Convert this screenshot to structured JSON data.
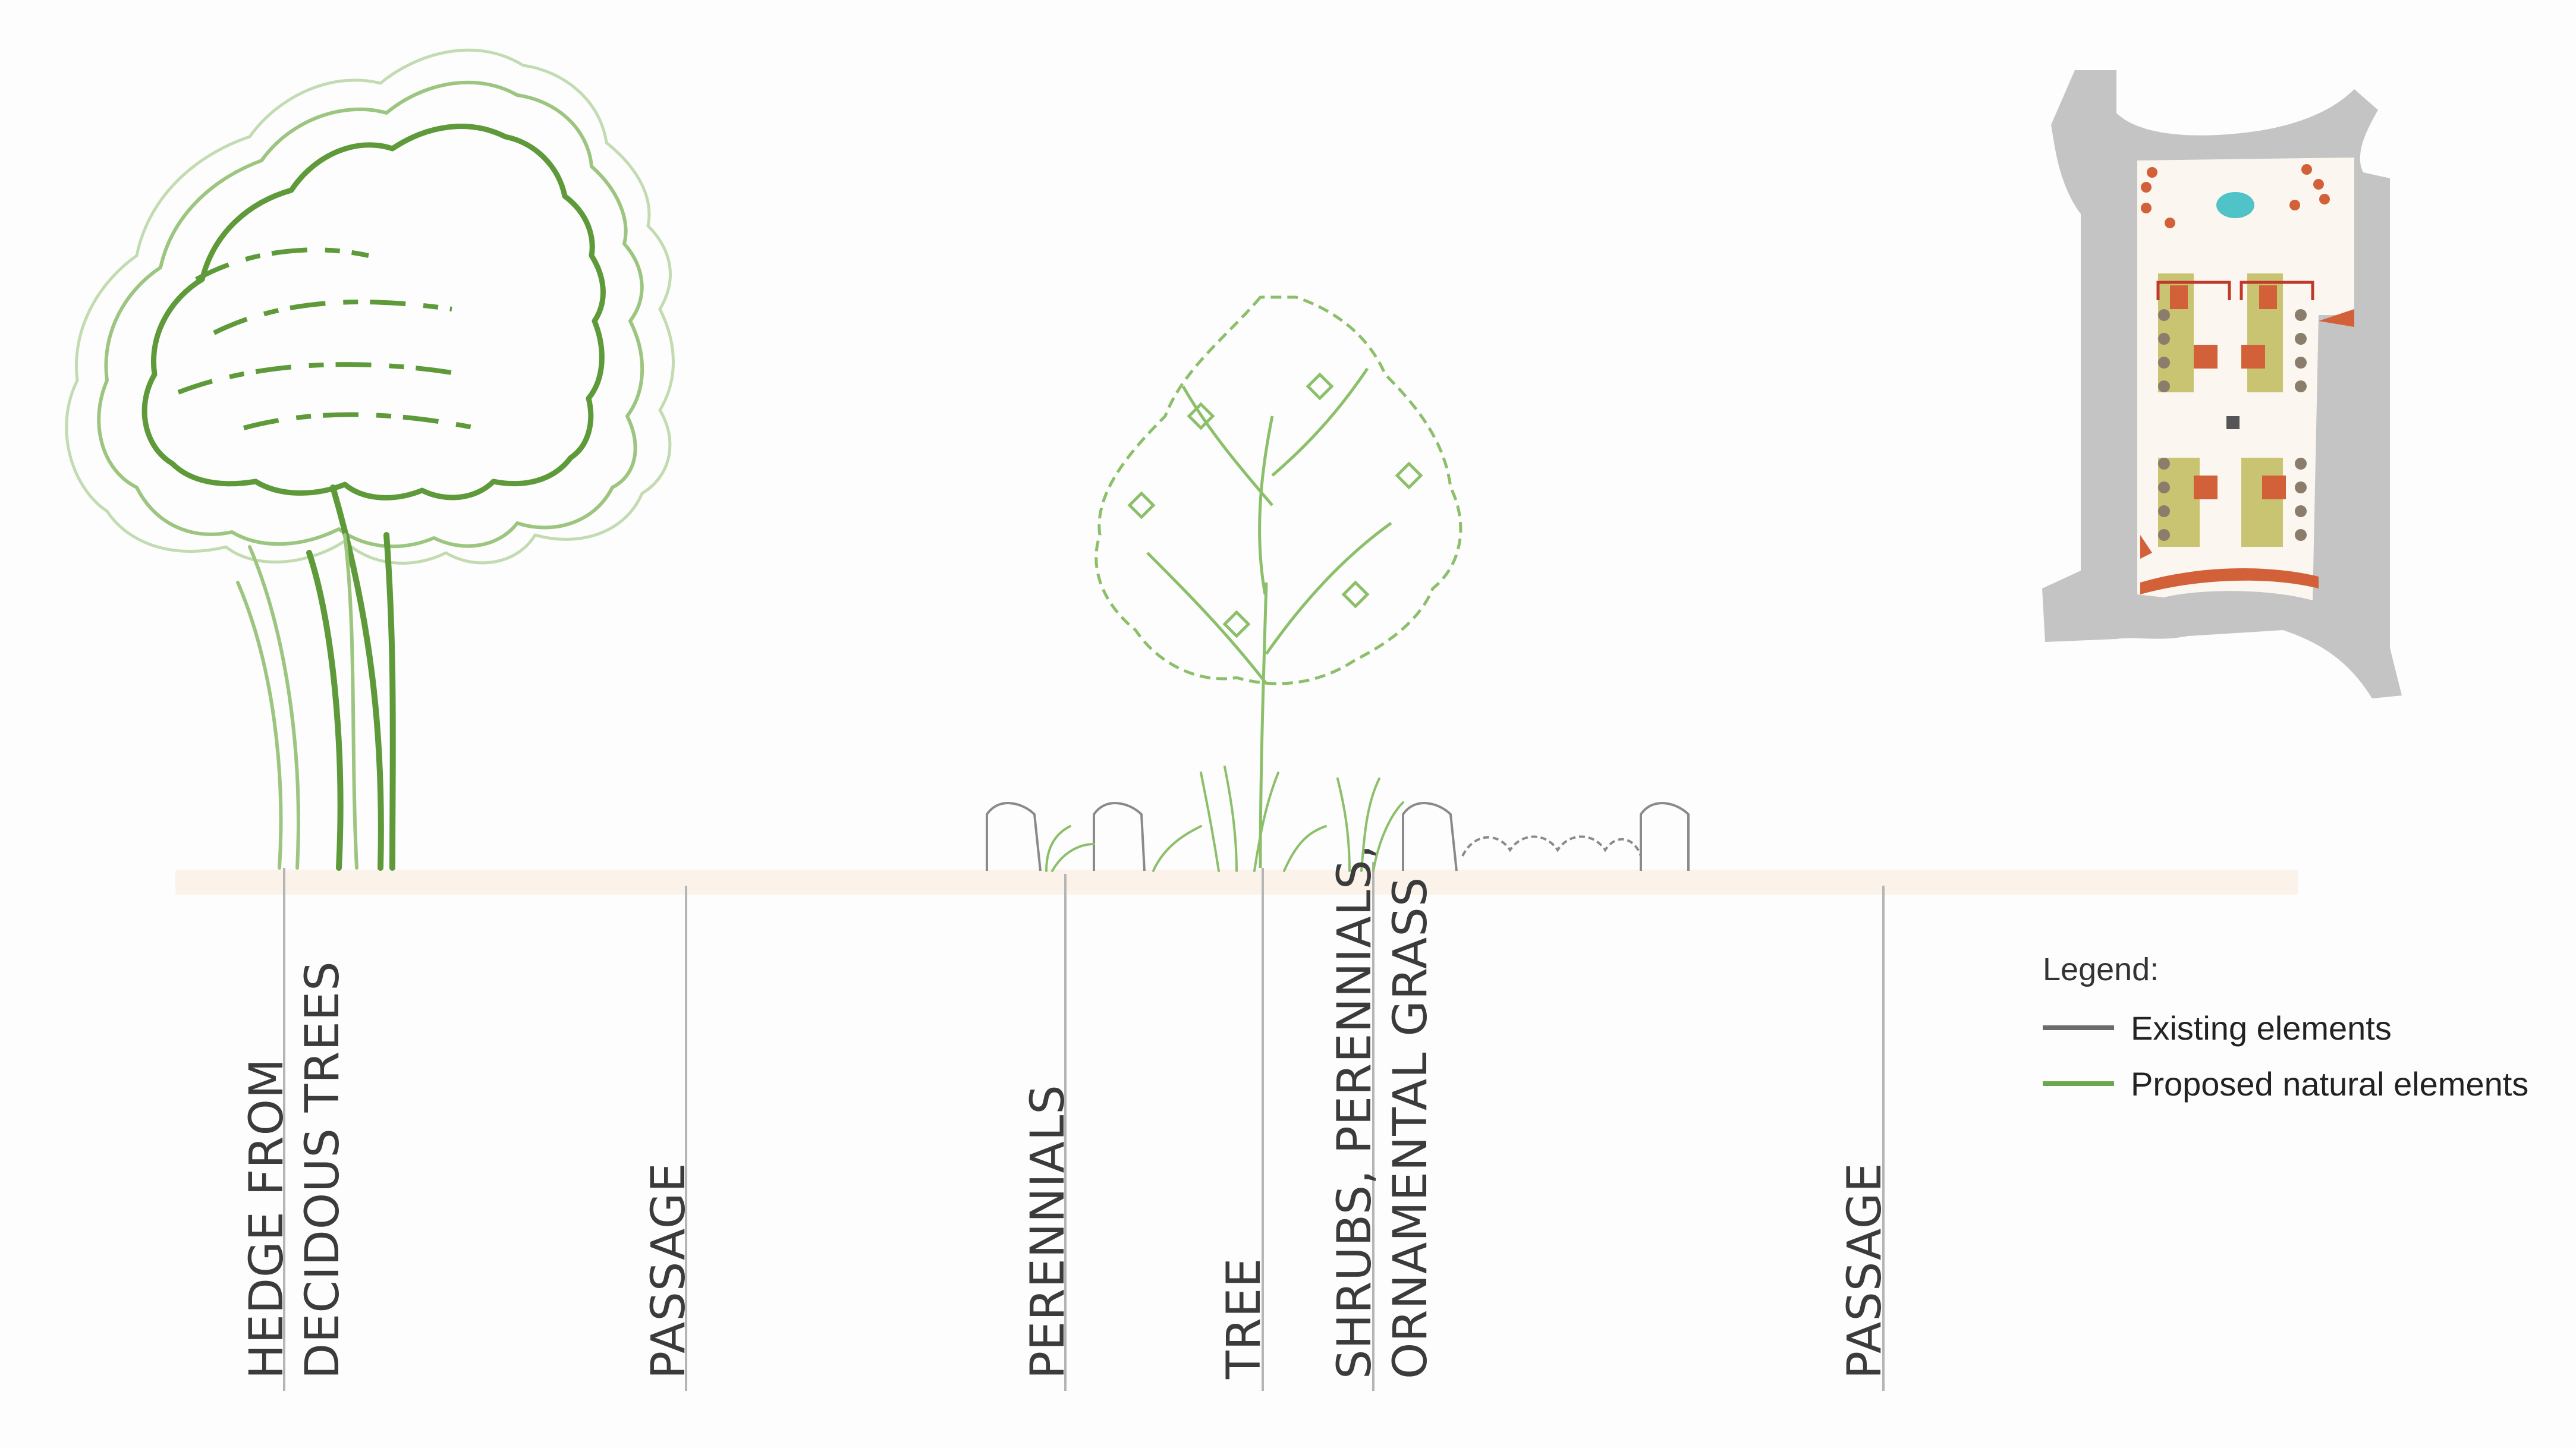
{
  "labels": {
    "hedge_line1": "HEDGE FROM",
    "hedge_line2": "DECIDOUS TREES",
    "passage_left": "PASSAGE",
    "perennials": "PERENNIALS",
    "tree": "TREE",
    "shrubs_line1": "SHRUBS, PERENNIALS,",
    "shrubs_line2": "ORNAMENTAL GRASS",
    "passage_right": "PASSAGE"
  },
  "legend": {
    "title": "Legend:",
    "items": [
      {
        "label": "Existing elements",
        "color": "#6b6b6b"
      },
      {
        "label": "Proposed natural elements",
        "color": "#6aa84f"
      }
    ]
  },
  "colors": {
    "hedge_green": "#5e9a3a",
    "tree_green": "#8cbf6a",
    "ground": "#fbf3ea",
    "guide_line": "#b5b5b5",
    "plan_gray": "#c4c4c4",
    "plan_orange": "#d2613a",
    "plan_olive": "#c9c472",
    "plan_water": "#4fc3c8"
  },
  "icons": {
    "hedge": "deciduous-tree-hedge-icon",
    "tree": "tree-icon",
    "plan": "site-plan-icon"
  }
}
